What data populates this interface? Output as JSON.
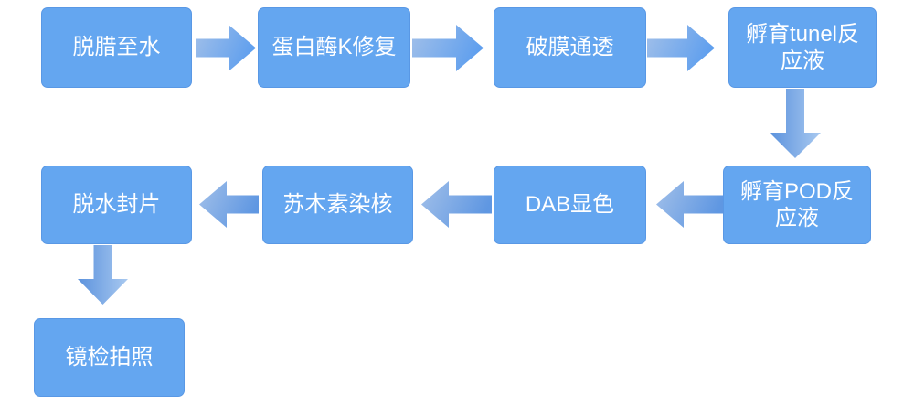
{
  "flowchart": {
    "nodes": [
      {
        "label": "脱腊至水"
      },
      {
        "label": "蛋白酶K修复"
      },
      {
        "label": "破膜通透"
      },
      {
        "label": "孵育tunel反应液"
      },
      {
        "label": "孵育POD反应液"
      },
      {
        "label": "DAB显色"
      },
      {
        "label": "苏木素染核"
      },
      {
        "label": "脱水封片"
      },
      {
        "label": "镜检拍照"
      }
    ],
    "edges": [
      {
        "from": "脱腊至水",
        "to": "蛋白酶K修复",
        "direction": "right"
      },
      {
        "from": "蛋白酶K修复",
        "to": "破膜通透",
        "direction": "right"
      },
      {
        "from": "破膜通透",
        "to": "孵育tunel反应液",
        "direction": "right"
      },
      {
        "from": "孵育tunel反应液",
        "to": "孵育POD反应液",
        "direction": "down"
      },
      {
        "from": "孵育POD反应液",
        "to": "DAB显色",
        "direction": "left"
      },
      {
        "from": "DAB显色",
        "to": "苏木素染核",
        "direction": "left"
      },
      {
        "from": "苏木素染核",
        "to": "脱水封片",
        "direction": "left"
      },
      {
        "from": "脱水封片",
        "to": "镜检拍照",
        "direction": "down"
      }
    ],
    "colors": {
      "box_fill": "#64a6f0",
      "box_border": "#508cdc",
      "box_text": "#ffffff",
      "arrow_light": "#a2c0e9",
      "arrow_dark": "#5f9fee",
      "background": "#ffffff"
    }
  }
}
